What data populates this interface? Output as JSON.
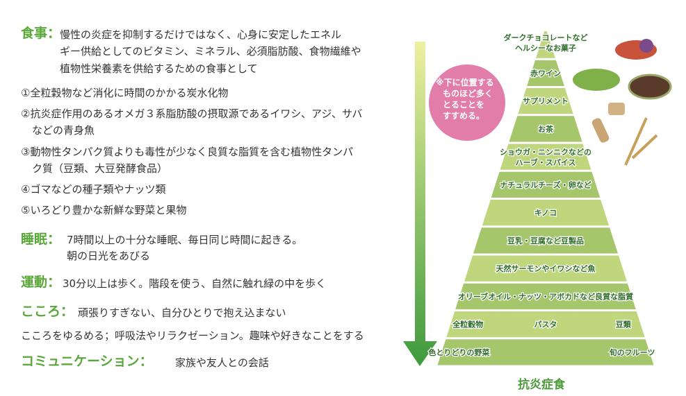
{
  "left": {
    "meal": {
      "label": "食事：",
      "lines": [
        "慢性の炎症を抑制するだけではなく、心身に安定したエネル",
        "ギー供給としてのビタミン、ミネラル、必須脂肪酸、食物繊維や",
        "植物性栄養素を供給するための食事として"
      ]
    },
    "items": [
      {
        "lines": [
          "①全粒穀物など消化に時間のかかる炭水化物"
        ]
      },
      {
        "lines": [
          "②抗炎症作用のあるオメガ３系脂肪酸の摂取源であるイワシ、アジ、サバ",
          "などの青身魚"
        ]
      },
      {
        "lines": [
          "③動物性タンパク質よりも毒性が少なく良質な脂質を含む植物性タンパ",
          "ク質（豆類、大豆発酵食品）"
        ]
      },
      {
        "lines": [
          "④ゴマなどの種子類やナッツ類"
        ]
      },
      {
        "lines": [
          "⑤いろどり豊かな新鮮な野菜と果物"
        ]
      }
    ],
    "sleep": {
      "label": "睡眠：",
      "lines": [
        "7時間以上の十分な睡眠、毎日同じ時間に起きる。",
        "朝の日光をあびる"
      ]
    },
    "exercise": {
      "label": "運動：",
      "text": "30分以上は歩く。階段を使う、自然に触れ緑の中を歩く"
    },
    "mind": {
      "label": "こころ：",
      "text": "頑張りすぎない、自分ひとりで抱え込まない",
      "line2": "こころをゆるめる；呼吸法やリラクゼーション。趣味や好きなことをする"
    },
    "communication": {
      "label": "コミュニケーション：",
      "text": "家族や友人との会話"
    }
  },
  "pyramid": {
    "title": "抗炎症食",
    "note": [
      "※下に位置する",
      "ものほど多く",
      "とることを",
      "すすめる。"
    ],
    "bands": [
      {
        "labels": [
          "ダークチョコレートなど",
          "ヘルシーなお菓子"
        ]
      },
      {
        "labels": [
          "赤ワイン"
        ]
      },
      {
        "labels": [
          "サプリメント"
        ]
      },
      {
        "labels": [
          "お茶"
        ]
      },
      {
        "labels": [
          "ショウガ・ニンニクなどの",
          "ハーブ・スパイス"
        ]
      },
      {
        "labels": [
          "ナチュラルチーズ・卵など"
        ]
      },
      {
        "labels": [
          "キノコ"
        ]
      },
      {
        "labels": [
          "豆乳・豆腐など豆製品"
        ]
      },
      {
        "labels": [
          "天然サーモンやイワシなど魚"
        ]
      },
      {
        "labels": [
          "オリーブオイル・ナッツ・アボカドなど良質な脂質"
        ]
      },
      {
        "labels": [
          "全粒穀物",
          "パスタ",
          "豆類"
        ],
        "row": true
      },
      {
        "labels": [
          "色とりどりの野菜",
          "旬のフルーツ"
        ],
        "row": true
      }
    ],
    "colors": {
      "light": "#bfd67c",
      "dark": "#a6c66c",
      "text": "#2f6e2a",
      "arrow_top": "#eef0a0",
      "arrow_bottom": "#3e9a3c"
    }
  }
}
